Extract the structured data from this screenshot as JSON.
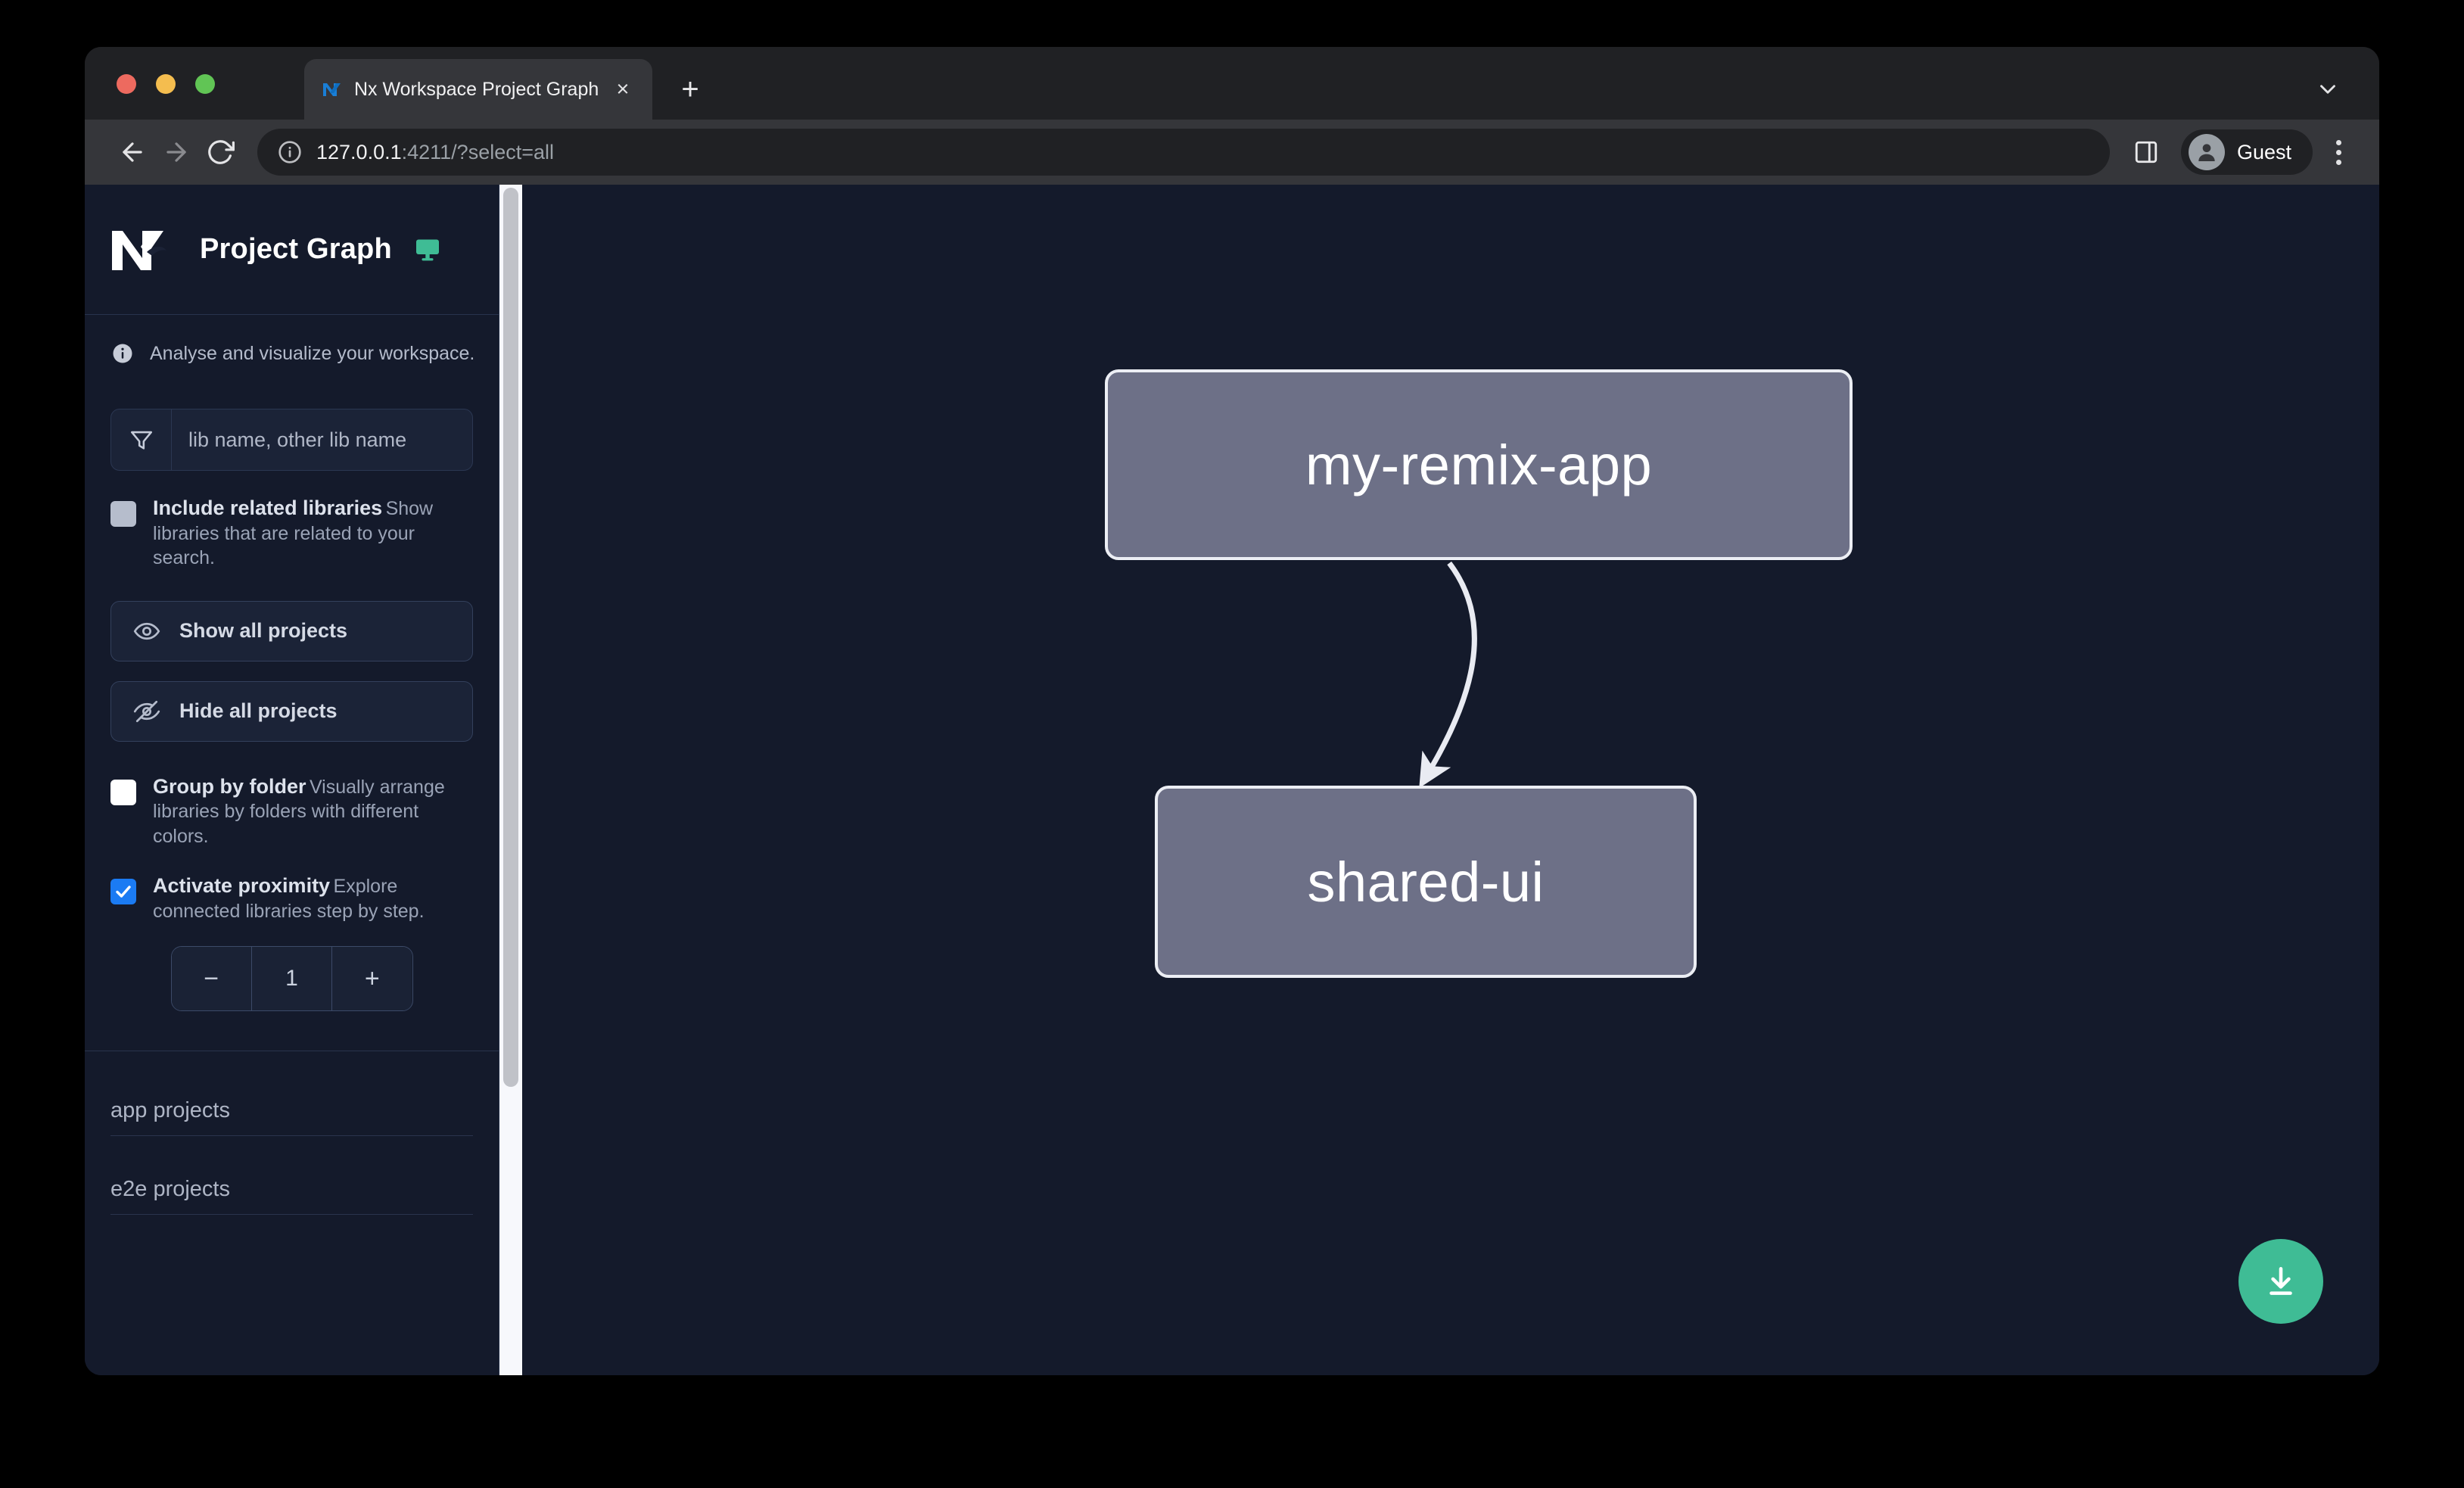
{
  "browser": {
    "tab": {
      "title": "Nx Workspace Project Graph",
      "favicon_name": "nx-favicon",
      "close_label": "×"
    },
    "new_tab_label": "+",
    "url_host": "127.0.0.1",
    "url_rest": ":4211/?select=all",
    "profile_name": "Guest",
    "nav": {
      "back_label": "←",
      "forward_label": "→",
      "reload_label": "↻"
    }
  },
  "sidebar": {
    "app_title": "Project Graph",
    "subtitle": "Analyse and visualize your workspace.",
    "filter": {
      "placeholder": "lib name, other lib name",
      "value": ""
    },
    "options": [
      {
        "label": "Include related libraries",
        "description": "Show libraries that are related to your search.",
        "checked": false
      },
      {
        "label": "Group by folder",
        "description": "Visually arrange libraries by folders with different colors.",
        "checked": false
      },
      {
        "label": "Activate proximity",
        "description": "Explore connected libraries step by step.",
        "checked": true
      }
    ],
    "buttons": {
      "show_all": "Show all projects",
      "hide_all": "Hide all projects"
    },
    "proximity": {
      "decrement_label": "−",
      "value": "1",
      "increment_label": "+"
    },
    "sections": [
      {
        "label": "app projects"
      },
      {
        "label": "e2e projects"
      }
    ]
  },
  "graph": {
    "nodes": [
      {
        "id": "my-remix-app",
        "label": "my-remix-app"
      },
      {
        "id": "shared-ui",
        "label": "shared-ui"
      }
    ],
    "edges": [
      {
        "from": "my-remix-app",
        "to": "shared-ui"
      }
    ],
    "download_button_name": "download-graph-button"
  },
  "colors": {
    "accent_green": "#3fbc95",
    "checkbox_blue": "#1b7bf3",
    "node_fill": "#6d7087",
    "node_border": "#eceef4",
    "canvas_bg": "#141A2B",
    "sidebar_bg": "#141A2B"
  }
}
